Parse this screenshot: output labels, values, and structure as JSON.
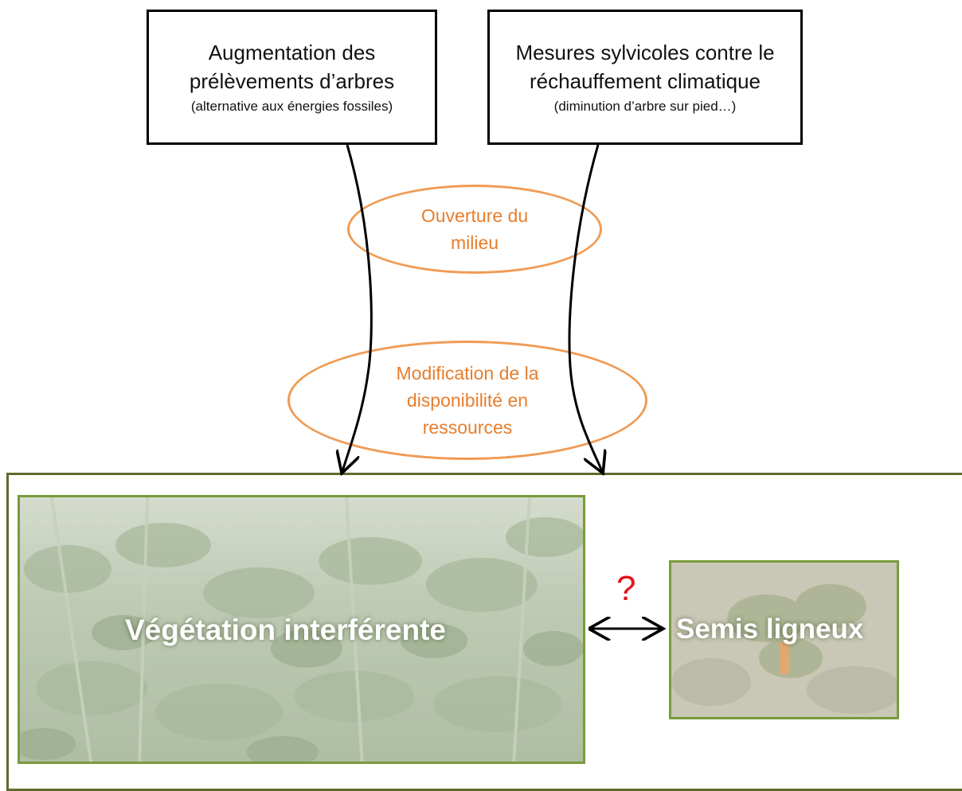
{
  "boxes": [
    {
      "main": "Augmentation des\nprélèvements d’arbres",
      "sub": "(alternative aux énergies fossiles)"
    },
    {
      "main": "Mesures sylvicoles contre le\nréchauffement climatique",
      "sub": "(diminution d’arbre sur pied…)"
    }
  ],
  "ellipses": [
    {
      "text": "Ouverture du\nmilieu"
    },
    {
      "text": "Modification de la\ndisponibilité en\nressources"
    }
  ],
  "photos": {
    "vegetation_label": "Végétation interférente",
    "seedling_label": "Semis ligneux"
  },
  "question_mark": "?",
  "colors": {
    "ellipse_stroke": "#f09b55",
    "ellipse_text": "#e67e2e",
    "frame": "#5d6b2d",
    "photo_border": "#7a9a3d",
    "question": "#e3141b"
  }
}
